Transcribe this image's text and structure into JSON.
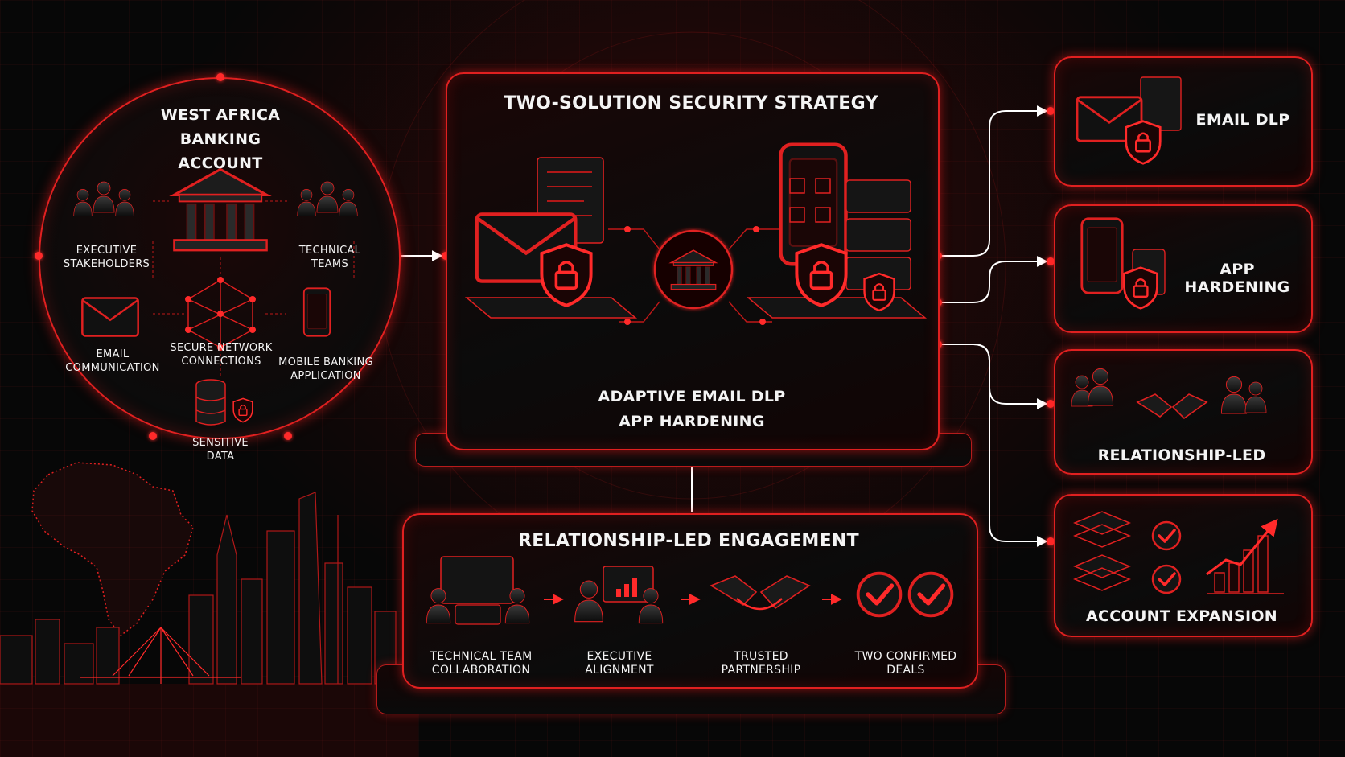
{
  "account": {
    "title_line1": "West Africa",
    "title_line2": "Banking Account",
    "executive": [
      "Executive",
      "Stakeholders"
    ],
    "technical": [
      "Technical",
      "Teams"
    ],
    "email": [
      "Email",
      "Communication"
    ],
    "network": [
      "Secure Network",
      "Connections"
    ],
    "mobile": [
      "Mobile Banking",
      "Application"
    ],
    "sensitive": [
      "Sensitive",
      "Data"
    ]
  },
  "strategy": {
    "title": "Two-Solution Security Strategy",
    "line1": "Adaptive Email DLP",
    "line2": "App Hardening"
  },
  "engagement": {
    "title": "Relationship-Led Engagement",
    "steps": [
      [
        "Technical Team",
        "Collaboration"
      ],
      [
        "Executive",
        "Alignment"
      ],
      [
        "Trusted",
        "Partnership"
      ],
      [
        "Two Confirmed",
        "Deals"
      ]
    ]
  },
  "outcomes": [
    {
      "label": "Email DLP"
    },
    {
      "label": "App Hardening"
    },
    {
      "label": "Relationship-Led"
    },
    {
      "label": "Account Expansion"
    }
  ],
  "colors": {
    "accent": "#e02020",
    "accent_glow": "#ff3030",
    "background": "#070707",
    "text": "#f2f2f2"
  },
  "icons": {
    "bank": "bank-icon",
    "people": "people-icon",
    "email": "envelope-icon",
    "network": "network-icon",
    "phone": "phone-icon",
    "database": "database-icon",
    "shield": "shield-lock-icon",
    "handshake": "handshake-icon",
    "check": "check-icon",
    "chart": "growth-chart-icon"
  }
}
